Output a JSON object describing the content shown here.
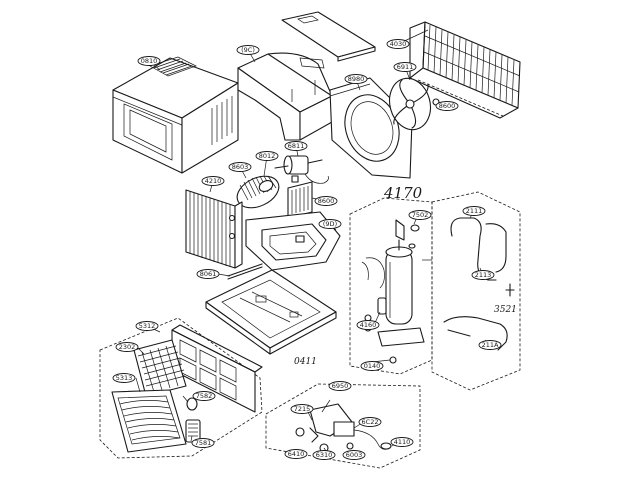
{
  "callouts": {
    "case": "0810",
    "base_top": "(9C)",
    "coil_top": "4030",
    "shroud": "8980",
    "fan": "6911",
    "fan_nut": "8600",
    "motor": "6811",
    "blower": "8012",
    "clip": "8603",
    "evaporator": "4210",
    "bracket": "8600",
    "duct": "(9D)",
    "rod": "8061",
    "grille": "5312",
    "filter": "2302",
    "knob_a": "7582",
    "front": "5313",
    "knob_b": "7581",
    "comp_top": "7502",
    "pipe_a": "2111",
    "pipe_b": "2113",
    "pipe_c": "211A",
    "comp_cap": "4160",
    "comp_base": "0140",
    "ctrl": "6950",
    "ctrl_a": "7215",
    "ctrl_b": "6C22",
    "ctrl_c": "4110",
    "ctrl_d": "6410",
    "ctrl_e": "6310",
    "ctrl_f": "6003"
  },
  "handwritten": {
    "main": "4170",
    "side": "3521",
    "base": "0411"
  }
}
